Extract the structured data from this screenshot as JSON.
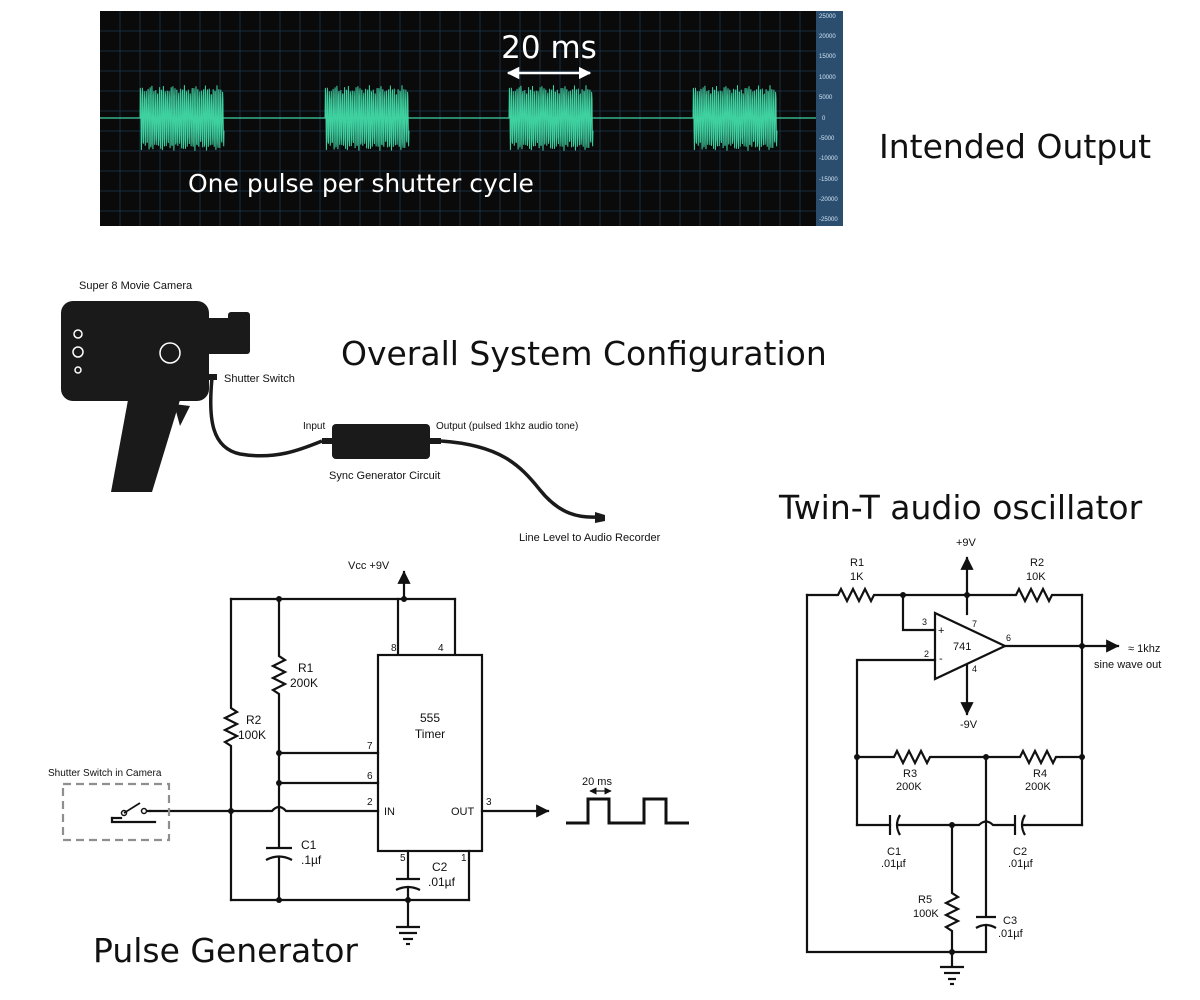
{
  "waveform": {
    "duration_label": "20 ms",
    "caption": "One pulse per shutter cycle",
    "scale_labels": [
      "25000",
      "20000",
      "15000",
      "10000",
      "5000",
      "0",
      "-5000",
      "-10000",
      "-15000",
      "-20000",
      "-25000"
    ],
    "background_color": "#0a0a0a",
    "trace_color": "#3fd0a0",
    "scale_bg_color": "#2b4e6e"
  },
  "titles": {
    "intended_output": "Intended Output",
    "overall_system": "Overall System Configuration",
    "twin_t": "Twin-T audio oscillator",
    "pulse_generator": "Pulse Generator"
  },
  "system": {
    "camera_label": "Super 8 Movie Camera",
    "shutter_switch": "Shutter Switch",
    "input_label": "Input",
    "output_label": "Output   (pulsed 1khz audio tone)",
    "circuit_label": "Sync Generator Circuit",
    "line_level": "Line Level to Audio Recorder"
  },
  "pulse_gen": {
    "vcc": "Vcc +9V",
    "r1_name": "R1",
    "r1_value": "200K",
    "r2_name": "R2",
    "r2_value": "100K",
    "c1_name": "C1",
    "c1_value": ".1µf",
    "c2_name": "C2",
    "c2_value": ".01µf",
    "timer_line1": "555",
    "timer_line2": "Timer",
    "pin8": "8",
    "pin4": "4",
    "pin7": "7",
    "pin6": "6",
    "pin2": "2",
    "pin3": "3",
    "pin5": "5",
    "pin1": "1",
    "in_label": "IN",
    "out_label": "OUT",
    "switch_label": "Shutter Switch  in Camera",
    "period_label": "20 ms"
  },
  "twin_t": {
    "vplus": "+9V",
    "vminus": "-9V",
    "r1_name": "R1",
    "r1_value": "1K",
    "r2_name": "R2",
    "r2_value": "10K",
    "r3_name": "R3",
    "r3_value": "200K",
    "r4_name": "R4",
    "r4_value": "200K",
    "r5_name": "R5",
    "r5_value": "100K",
    "c1_name": "C1",
    "c1_value": ".01µf",
    "c2_name": "C2",
    "c2_value": ".01µf",
    "c3_name": "C3",
    "c3_value": ".01µf",
    "opamp": "741",
    "plus": "+",
    "minus": "-",
    "pin3": "3",
    "pin2": "2",
    "pin7": "7",
    "pin4": "4",
    "pin6": "6",
    "out_line1": "≈ 1khz",
    "out_line2": "sine wave out"
  }
}
